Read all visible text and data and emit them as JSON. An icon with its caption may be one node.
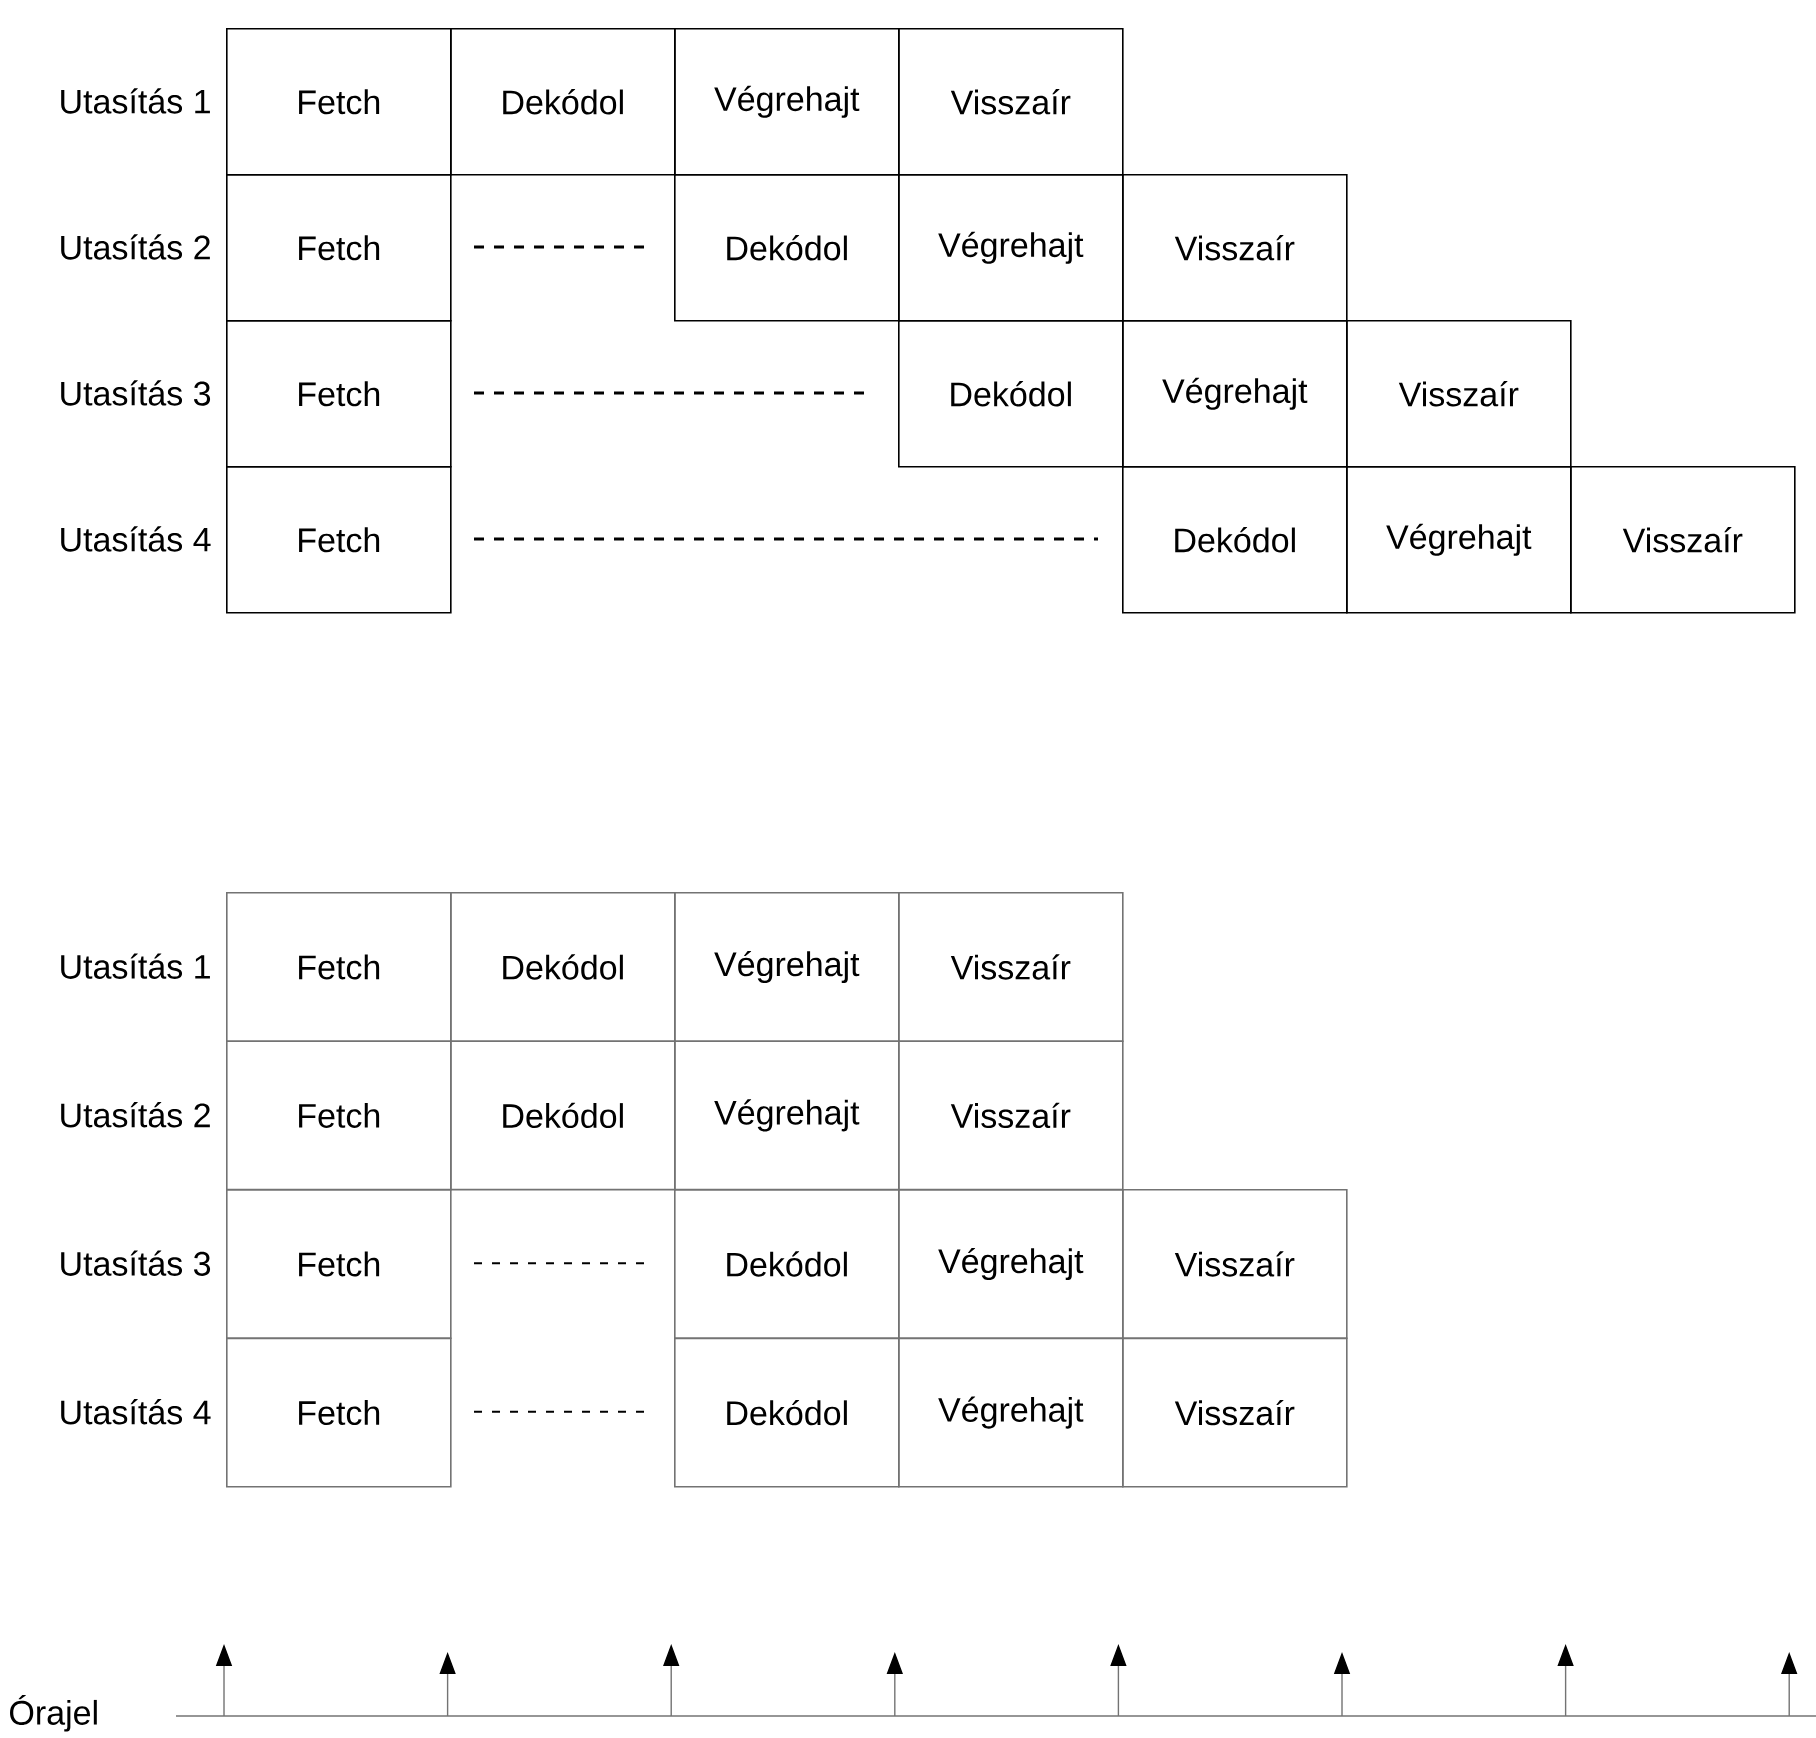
{
  "diagram": {
    "nodes": [
      {
        "text": [
          "Fetch"
        ]
      },
      {
        "text": [
          "Dekódol"
        ]
      },
      {
        "text": [
          "Végrehajt"
        ]
      },
      {
        "text": [
          "Visszaír"
        ]
      },
      {
        "text": [
          "Fetch"
        ]
      },
      {
        "text": [
          "Dekódol"
        ]
      },
      {
        "text": [
          "Végrehajt"
        ]
      },
      {
        "text": [
          "Visszaír"
        ]
      },
      {
        "text": [
          "Fetch"
        ]
      },
      {
        "text": [
          "Dekódol"
        ]
      },
      {
        "text": [
          "Végrehajt"
        ]
      },
      {
        "text": [
          "Visszaír"
        ]
      },
      {
        "text": [
          "Fetch"
        ]
      },
      {
        "text": [
          "Dekódol"
        ]
      },
      {
        "text": [
          "Végrehajt"
        ]
      },
      {
        "text": [
          "Visszaír"
        ]
      },
      {
        "text": [
          "Fetch"
        ]
      },
      {
        "text": [
          "Dekódol"
        ]
      },
      {
        "text": [
          "Végrehajt"
        ]
      },
      {
        "text": [
          "Visszaír"
        ]
      },
      {
        "text": [
          "Fetch"
        ]
      },
      {
        "text": [
          "Dekódol"
        ]
      },
      {
        "text": [
          "Végrehajt"
        ]
      },
      {
        "text": [
          "Visszaír"
        ]
      },
      {
        "text": [
          "Fetch"
        ]
      },
      {
        "text": [
          "Dekódol"
        ]
      },
      {
        "text": [
          "Végrehajt"
        ]
      },
      {
        "text": [
          "Visszaír"
        ]
      },
      {
        "text": [
          "Fetch"
        ]
      },
      {
        "text": [
          "Dekódol"
        ]
      },
      {
        "text": [
          "Végrehajt"
        ]
      },
      {
        "text": [
          "Visszaír"
        ]
      }
    ],
    "labels": [
      "Utasítás 1",
      "Utasítás 2",
      "Utasítás 3",
      "Utasítás 4",
      "Utasítás 1",
      "Utasítás 2",
      "Utasítás 3",
      "Utasítás 4",
      "Órajel"
    ]
  }
}
